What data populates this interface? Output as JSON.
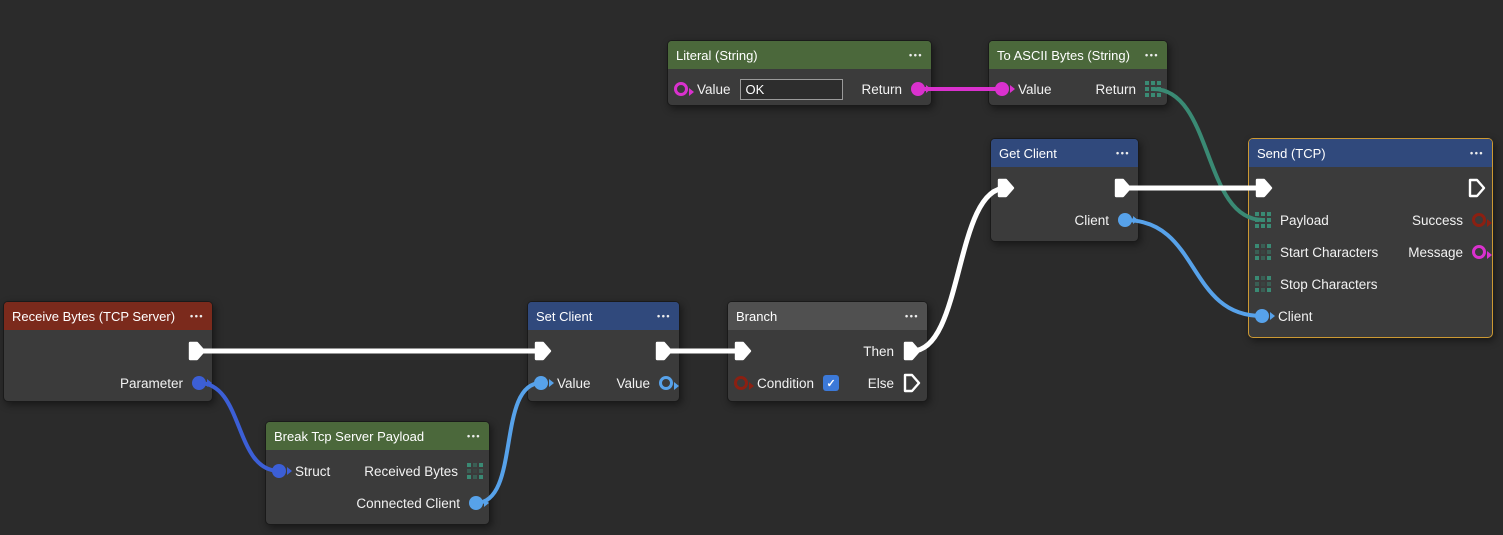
{
  "ui": {
    "menu_icon": "•••",
    "checkbox_check": "✓"
  },
  "colors": {
    "exec": "#ffffff",
    "string": "#da31ce",
    "bytes": "#3a8a74",
    "client": "#57a2ea",
    "struct": "#3c5fd6",
    "bool": "#8b2012",
    "selection_border": "#cc9933",
    "header_green": "#4b683b",
    "header_blue": "#30497c",
    "header_red": "#7b2a1c",
    "header_gray": "#505050"
  },
  "nodes": {
    "literal": {
      "title": "Literal (String)",
      "value_label": "Value",
      "value_input": "OK",
      "return_label": "Return"
    },
    "toascii": {
      "title": "To ASCII Bytes (String)",
      "value_label": "Value",
      "return_label": "Return"
    },
    "getclient": {
      "title": "Get Client",
      "client_label": "Client"
    },
    "send": {
      "title": "Send (TCP)",
      "payload_label": "Payload",
      "start_label": "Start Characters",
      "stop_label": "Stop Characters",
      "client_label": "Client",
      "success_label": "Success",
      "message_label": "Message",
      "selected": true
    },
    "receive": {
      "title": "Receive Bytes (TCP Server)",
      "parameter_label": "Parameter"
    },
    "setclient": {
      "title": "Set Client",
      "value_in_label": "Value",
      "value_out_label": "Value"
    },
    "branch": {
      "title": "Branch",
      "condition_label": "Condition",
      "condition_checked": true,
      "then_label": "Then",
      "else_label": "Else"
    },
    "break": {
      "title": "Break Tcp Server Payload",
      "struct_label": "Struct",
      "received_label": "Received Bytes",
      "connected_label": "Connected Client"
    }
  },
  "connections": [
    {
      "from": "literal.return",
      "to": "toascii.value",
      "color_key": "string",
      "width": 4
    },
    {
      "from": "toascii.return",
      "to": "send.payload",
      "color_key": "bytes",
      "width": 4
    },
    {
      "from": "receive.parameter",
      "to": "break.struct",
      "color_key": "struct",
      "width": 4
    },
    {
      "from": "break.connected",
      "to": "setclient.value_in",
      "color_key": "client",
      "width": 4
    },
    {
      "from": "getclient.client",
      "to": "send.client",
      "color_key": "client",
      "width": 4
    },
    {
      "from": "receive.exec_out",
      "to": "setclient.exec_in",
      "color_key": "exec",
      "width": 5
    },
    {
      "from": "setclient.exec_out",
      "to": "branch.exec_in",
      "color_key": "exec",
      "width": 5
    },
    {
      "from": "branch.then",
      "to": "getclient.exec_in",
      "color_key": "exec",
      "width": 5
    },
    {
      "from": "getclient.exec_out",
      "to": "send.exec_in",
      "color_key": "exec",
      "width": 5
    }
  ]
}
